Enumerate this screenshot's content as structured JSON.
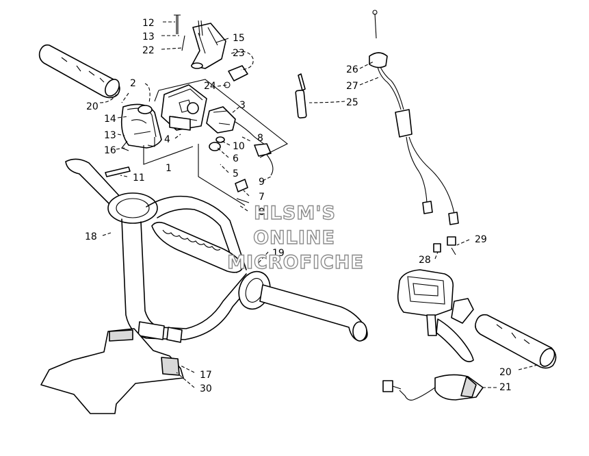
{
  "watermark": {
    "line1": "HLSM'S",
    "line2": "ONLINE",
    "line3": "MICROFICHE"
  },
  "callouts": [
    {
      "id": "c12",
      "text": "12"
    },
    {
      "id": "c13a",
      "text": "13"
    },
    {
      "id": "c22",
      "text": "22"
    },
    {
      "id": "c15",
      "text": "15"
    },
    {
      "id": "c23",
      "text": "23"
    },
    {
      "id": "c2",
      "text": "2"
    },
    {
      "id": "c24",
      "text": "24"
    },
    {
      "id": "c3",
      "text": "3"
    },
    {
      "id": "c20a",
      "text": "20"
    },
    {
      "id": "c14",
      "text": "14"
    },
    {
      "id": "c13b",
      "text": "13"
    },
    {
      "id": "c16",
      "text": "16"
    },
    {
      "id": "c4",
      "text": "4"
    },
    {
      "id": "c10",
      "text": "10"
    },
    {
      "id": "c8a",
      "text": "8"
    },
    {
      "id": "c6",
      "text": "6"
    },
    {
      "id": "c5",
      "text": "5"
    },
    {
      "id": "c11",
      "text": "11"
    },
    {
      "id": "c1",
      "text": "1"
    },
    {
      "id": "c9",
      "text": "9"
    },
    {
      "id": "c7",
      "text": "7"
    },
    {
      "id": "c8b",
      "text": "8"
    },
    {
      "id": "c18",
      "text": "18"
    },
    {
      "id": "c19",
      "text": "19"
    },
    {
      "id": "c17",
      "text": "17"
    },
    {
      "id": "c30",
      "text": "30"
    },
    {
      "id": "c25",
      "text": "25"
    },
    {
      "id": "c26",
      "text": "26"
    },
    {
      "id": "c27",
      "text": "27"
    },
    {
      "id": "c29",
      "text": "29"
    },
    {
      "id": "c28",
      "text": "28"
    },
    {
      "id": "c20b",
      "text": "20"
    },
    {
      "id": "c21",
      "text": "21"
    }
  ]
}
